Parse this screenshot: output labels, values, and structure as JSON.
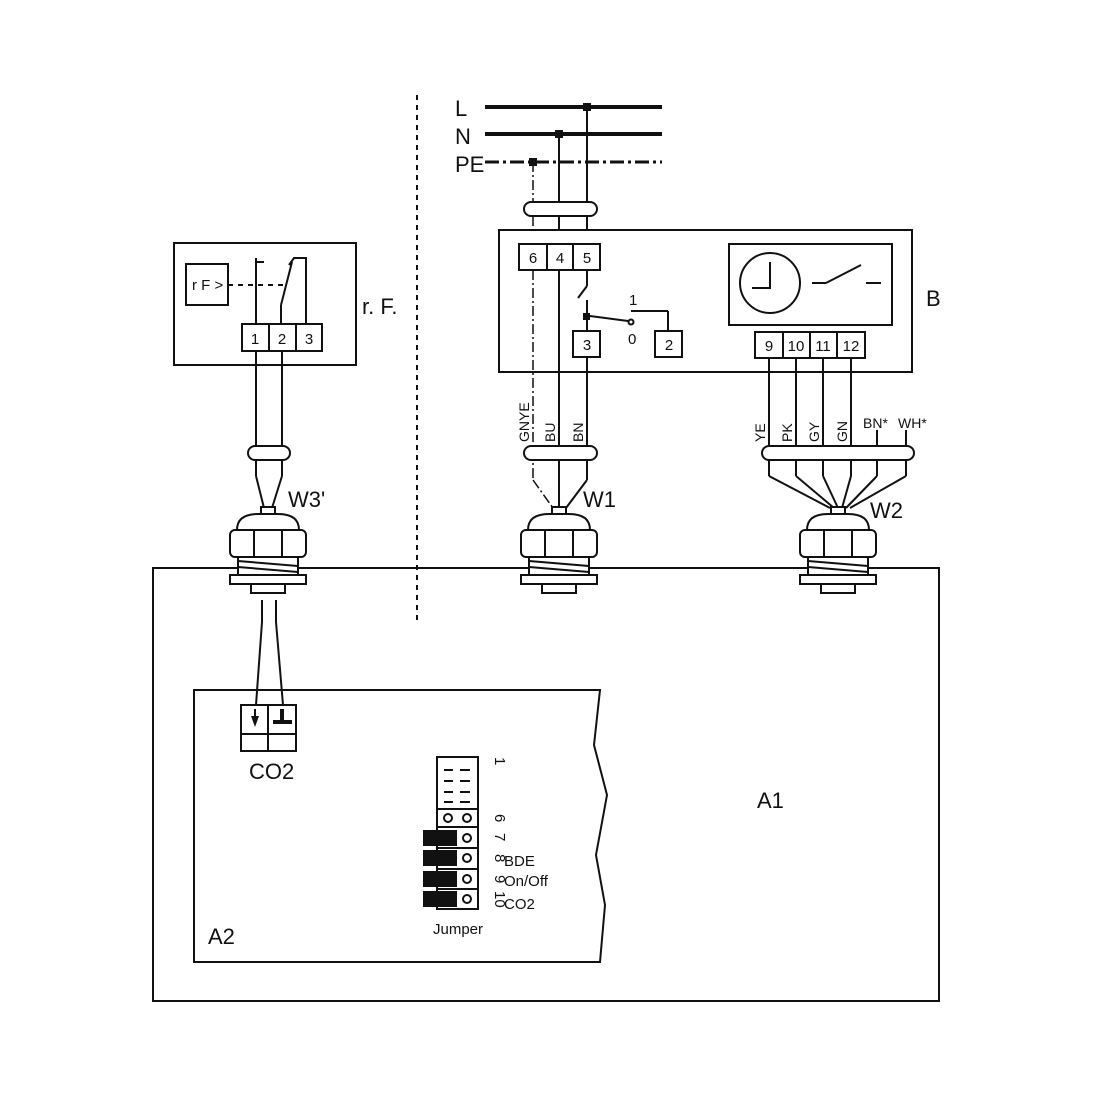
{
  "supply": {
    "L": "L",
    "N": "N",
    "PE": "PE"
  },
  "rf_unit": {
    "label": "r. F.",
    "sensor": "r F >",
    "terminals": [
      "1",
      "2",
      "3"
    ]
  },
  "unit_b": {
    "label": "B",
    "terminals_top": [
      "6",
      "4",
      "5"
    ],
    "terminal_3": "3",
    "terminal_2": "2",
    "switch_pos_1": "1",
    "switch_pos_0": "0",
    "timer_terminals": [
      "9",
      "10",
      "11",
      "12"
    ]
  },
  "cables": {
    "w1": {
      "label": "W1",
      "conductors": [
        "GNYE",
        "BU",
        "BN"
      ]
    },
    "w2": {
      "label": "W2",
      "conductors": [
        "YE",
        "PK",
        "GY",
        "GN",
        "BN*",
        "WH*"
      ]
    },
    "w3": {
      "label": "W3'"
    }
  },
  "enclosure": {
    "a1": "A1",
    "a2": "A2",
    "co2_connector": "CO2"
  },
  "jumper": {
    "title": "Jumper",
    "pin_numbers": [
      "1",
      "6",
      "7",
      "8",
      "9",
      "10"
    ],
    "functions": {
      "bde": "BDE",
      "onoff": "On/Off",
      "co2": "CO2"
    }
  }
}
